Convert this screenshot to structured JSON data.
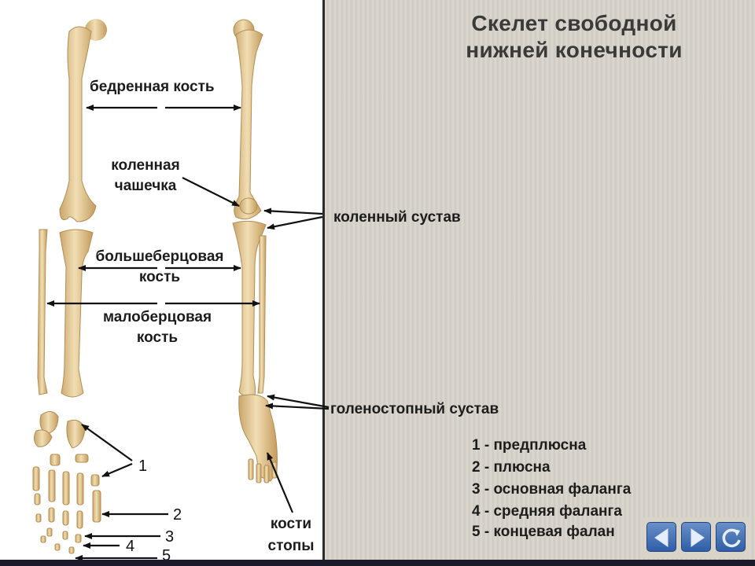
{
  "title": {
    "line1": "Скелет свободной",
    "line2": "нижней конечности"
  },
  "labels": {
    "femur": "бедренная кость",
    "patella_line1": "коленная",
    "patella_line2": "чашечка",
    "knee_joint": "коленный сустав",
    "tibia_line1": "большеберцовая",
    "tibia_line2": "кость",
    "fibula_line1": "малоберцовая",
    "fibula_line2": "кость",
    "ankle_joint": "голеностопный сустав",
    "foot_bones_line1": "кости",
    "foot_bones_line2": "стопы"
  },
  "foot_numbers": [
    "1",
    "2",
    "3",
    "4",
    "5"
  ],
  "legend": [
    "1 - предплюсна",
    "2 - плюсна",
    "3 - основная фаланга",
    "4 - средняя фаланга",
    "5 - концевая фалан"
  ],
  "nav": {
    "buttons": [
      "back",
      "forward",
      "replay"
    ]
  },
  "colors": {
    "bone": "#e9d2a2",
    "bone_shade": "#c9a66b",
    "background": "#d6d2c9",
    "nav_button": "#3d6bb5"
  }
}
